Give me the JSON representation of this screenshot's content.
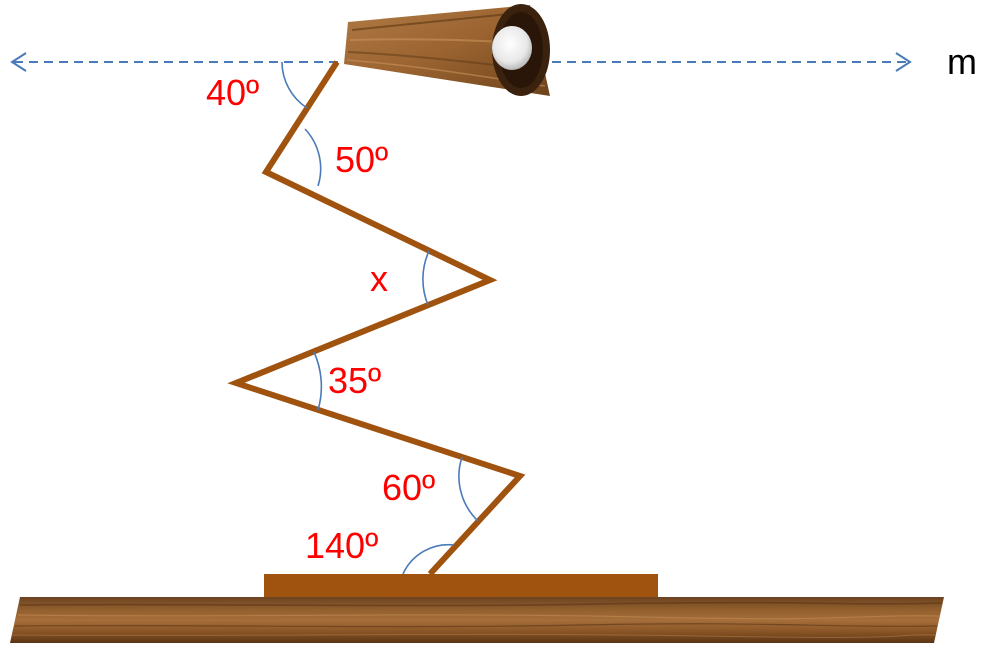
{
  "line_label": "m",
  "angles": {
    "a1": "40º",
    "a2": "50º",
    "a3": "x",
    "a4": "35º",
    "a5": "60º",
    "a6": "140º"
  },
  "colors": {
    "arm": "#a0520f",
    "angle_text": "#ff0000",
    "arc": "#4a7ab8",
    "dashed_line": "#4a7ab8",
    "base": "#a0520f",
    "table": "#8b5a2b"
  }
}
